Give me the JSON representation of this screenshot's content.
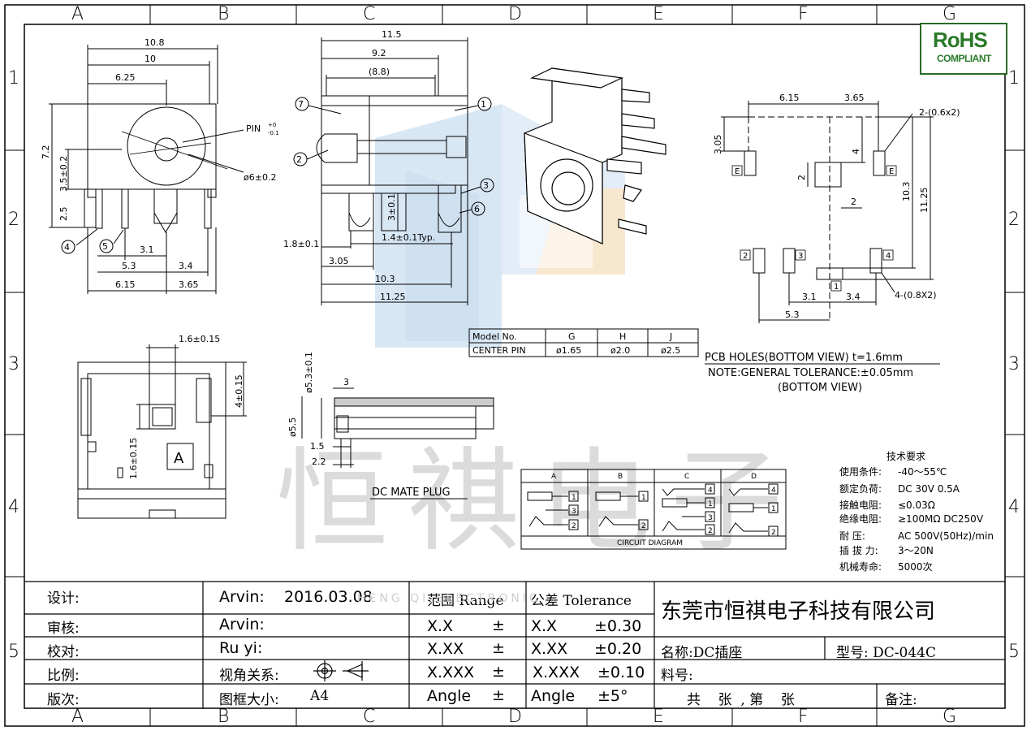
{
  "zones": {
    "columns": [
      "A",
      "B",
      "C",
      "D",
      "E",
      "F",
      "G"
    ],
    "rows": [
      "1",
      "2",
      "3",
      "4",
      "5"
    ]
  },
  "rohs": {
    "line1": "RoHS",
    "line2": "COMPLIANT"
  },
  "watermark": {
    "text": "恒祺电子"
  },
  "front_view": {
    "dims": {
      "w_total": "10.8",
      "w_inner": "10",
      "w_center": "6.25",
      "h_total": "7.2",
      "h_center": "3.5±0.2",
      "h_pin": "2.5",
      "pin_tol": "PIN",
      "pin_sup": "+0",
      "pin_sub": "-0.1",
      "dia": "ø6±0.2",
      "pitch_a": "3.1",
      "pitch_b": "5.3",
      "pitch_c": "3.4",
      "pitch_d": "6.15",
      "pitch_e": "3.65"
    },
    "callouts": [
      "4",
      "5"
    ]
  },
  "side_view": {
    "dims": {
      "l1": "11.5",
      "l2": "9.2",
      "l3": "(8.8)",
      "h1": "3±0.1",
      "t1": "1.4±0.1Typ.",
      "s1": "1.8±0.1",
      "s2": "3.05",
      "s3": "10.3",
      "s4": "11.25"
    },
    "callouts": [
      "7",
      "1",
      "2",
      "3",
      "6"
    ]
  },
  "pcb_view": {
    "dims": {
      "a": "6.15",
      "b": "3.65",
      "c": "3.05",
      "d": "4",
      "e": "2",
      "f": "2",
      "g": "10.3",
      "h": "11.25",
      "i": "3.1",
      "j": "3.4",
      "k": "5.3",
      "hole1": "2-(0.6x2)",
      "hole2": "4-(0.8X2)"
    },
    "pads": [
      "E",
      "E",
      "2",
      "3",
      "4",
      "1"
    ]
  },
  "model_table": {
    "header": [
      "Model No.",
      "G",
      "H",
      "J"
    ],
    "row": [
      "CENTER PIN",
      "ø1.65",
      "ø2.0",
      "ø2.5"
    ]
  },
  "pcb_note": {
    "line1": "PCB HOLES(BOTTOM VIEW) t=1.6mm",
    "line2": "NOTE:GENERAL TOLERANCE:±0.05mm",
    "line3": "(BOTTOM VIEW)"
  },
  "bottom_view": {
    "dims": {
      "a": "1.6±0.15",
      "b": "4±0.15",
      "c": "1.6±0.15"
    },
    "label": "A"
  },
  "plug": {
    "dims": {
      "a": "ø5.3±0.1",
      "b": "3",
      "c": "ø5.5",
      "d": "1.5",
      "e": "2.2"
    },
    "label": "DC MATE PLUG"
  },
  "circuit": {
    "cols": [
      "A",
      "B",
      "C",
      "D"
    ],
    "title": "CIRCUIT DIAGRAM",
    "pins": {
      "a": [
        "1",
        "3",
        "2"
      ],
      "b": [
        "1",
        "2"
      ],
      "c": [
        "4",
        "1",
        "3",
        "2"
      ],
      "d": [
        "4",
        "1",
        "2"
      ]
    }
  },
  "tech": {
    "title": "技术要求",
    "rows": [
      {
        "k": "使用条件:",
        "v": "-40～55℃"
      },
      {
        "k": "额定负荷:",
        "v": "DC 30V 0.5A"
      },
      {
        "k": "接触电阻:",
        "v": "≤0.03Ω"
      },
      {
        "k": "绝缘电阻:",
        "v": "≥100MΩ DC250V"
      },
      {
        "k": "耐 压:",
        "v": "AC 500V(50Hz)/min"
      },
      {
        "k": "插 拔 力:",
        "v": "3～20N"
      },
      {
        "k": "机械寿命:",
        "v": "5000次"
      }
    ]
  },
  "title_block": {
    "labels": [
      "设计:",
      "审核:",
      "校对:",
      "比例:",
      "版次:"
    ],
    "design": "Arvin:",
    "date": "2016.03.08",
    "check": "Arvin:",
    "proof": "Ru yi:",
    "view": "视角关系:",
    "frame": "图框大小:",
    "frame_val": "A4",
    "range_head": "范围 Range",
    "tol_head": "公差 Tolerance",
    "range": [
      "X.X",
      "X.XX",
      "X.XXX",
      "Angle"
    ],
    "pm": [
      "±",
      "±",
      "±",
      "±"
    ],
    "tol_k": [
      "X.X",
      "X.XX",
      "X.XXX",
      "Angle"
    ],
    "tol_v": [
      "±0.30",
      "±0.20",
      "±0.10",
      "±5°"
    ],
    "company": "东莞市恒祺电子科技有限公司",
    "name": "名称:DC插座",
    "model": "型号: DC-044C",
    "part": "料号:",
    "sheet": "共    张  , 第    张",
    "remark": "备注:",
    "faint": "HENG  QI  ELECTRONIC"
  }
}
